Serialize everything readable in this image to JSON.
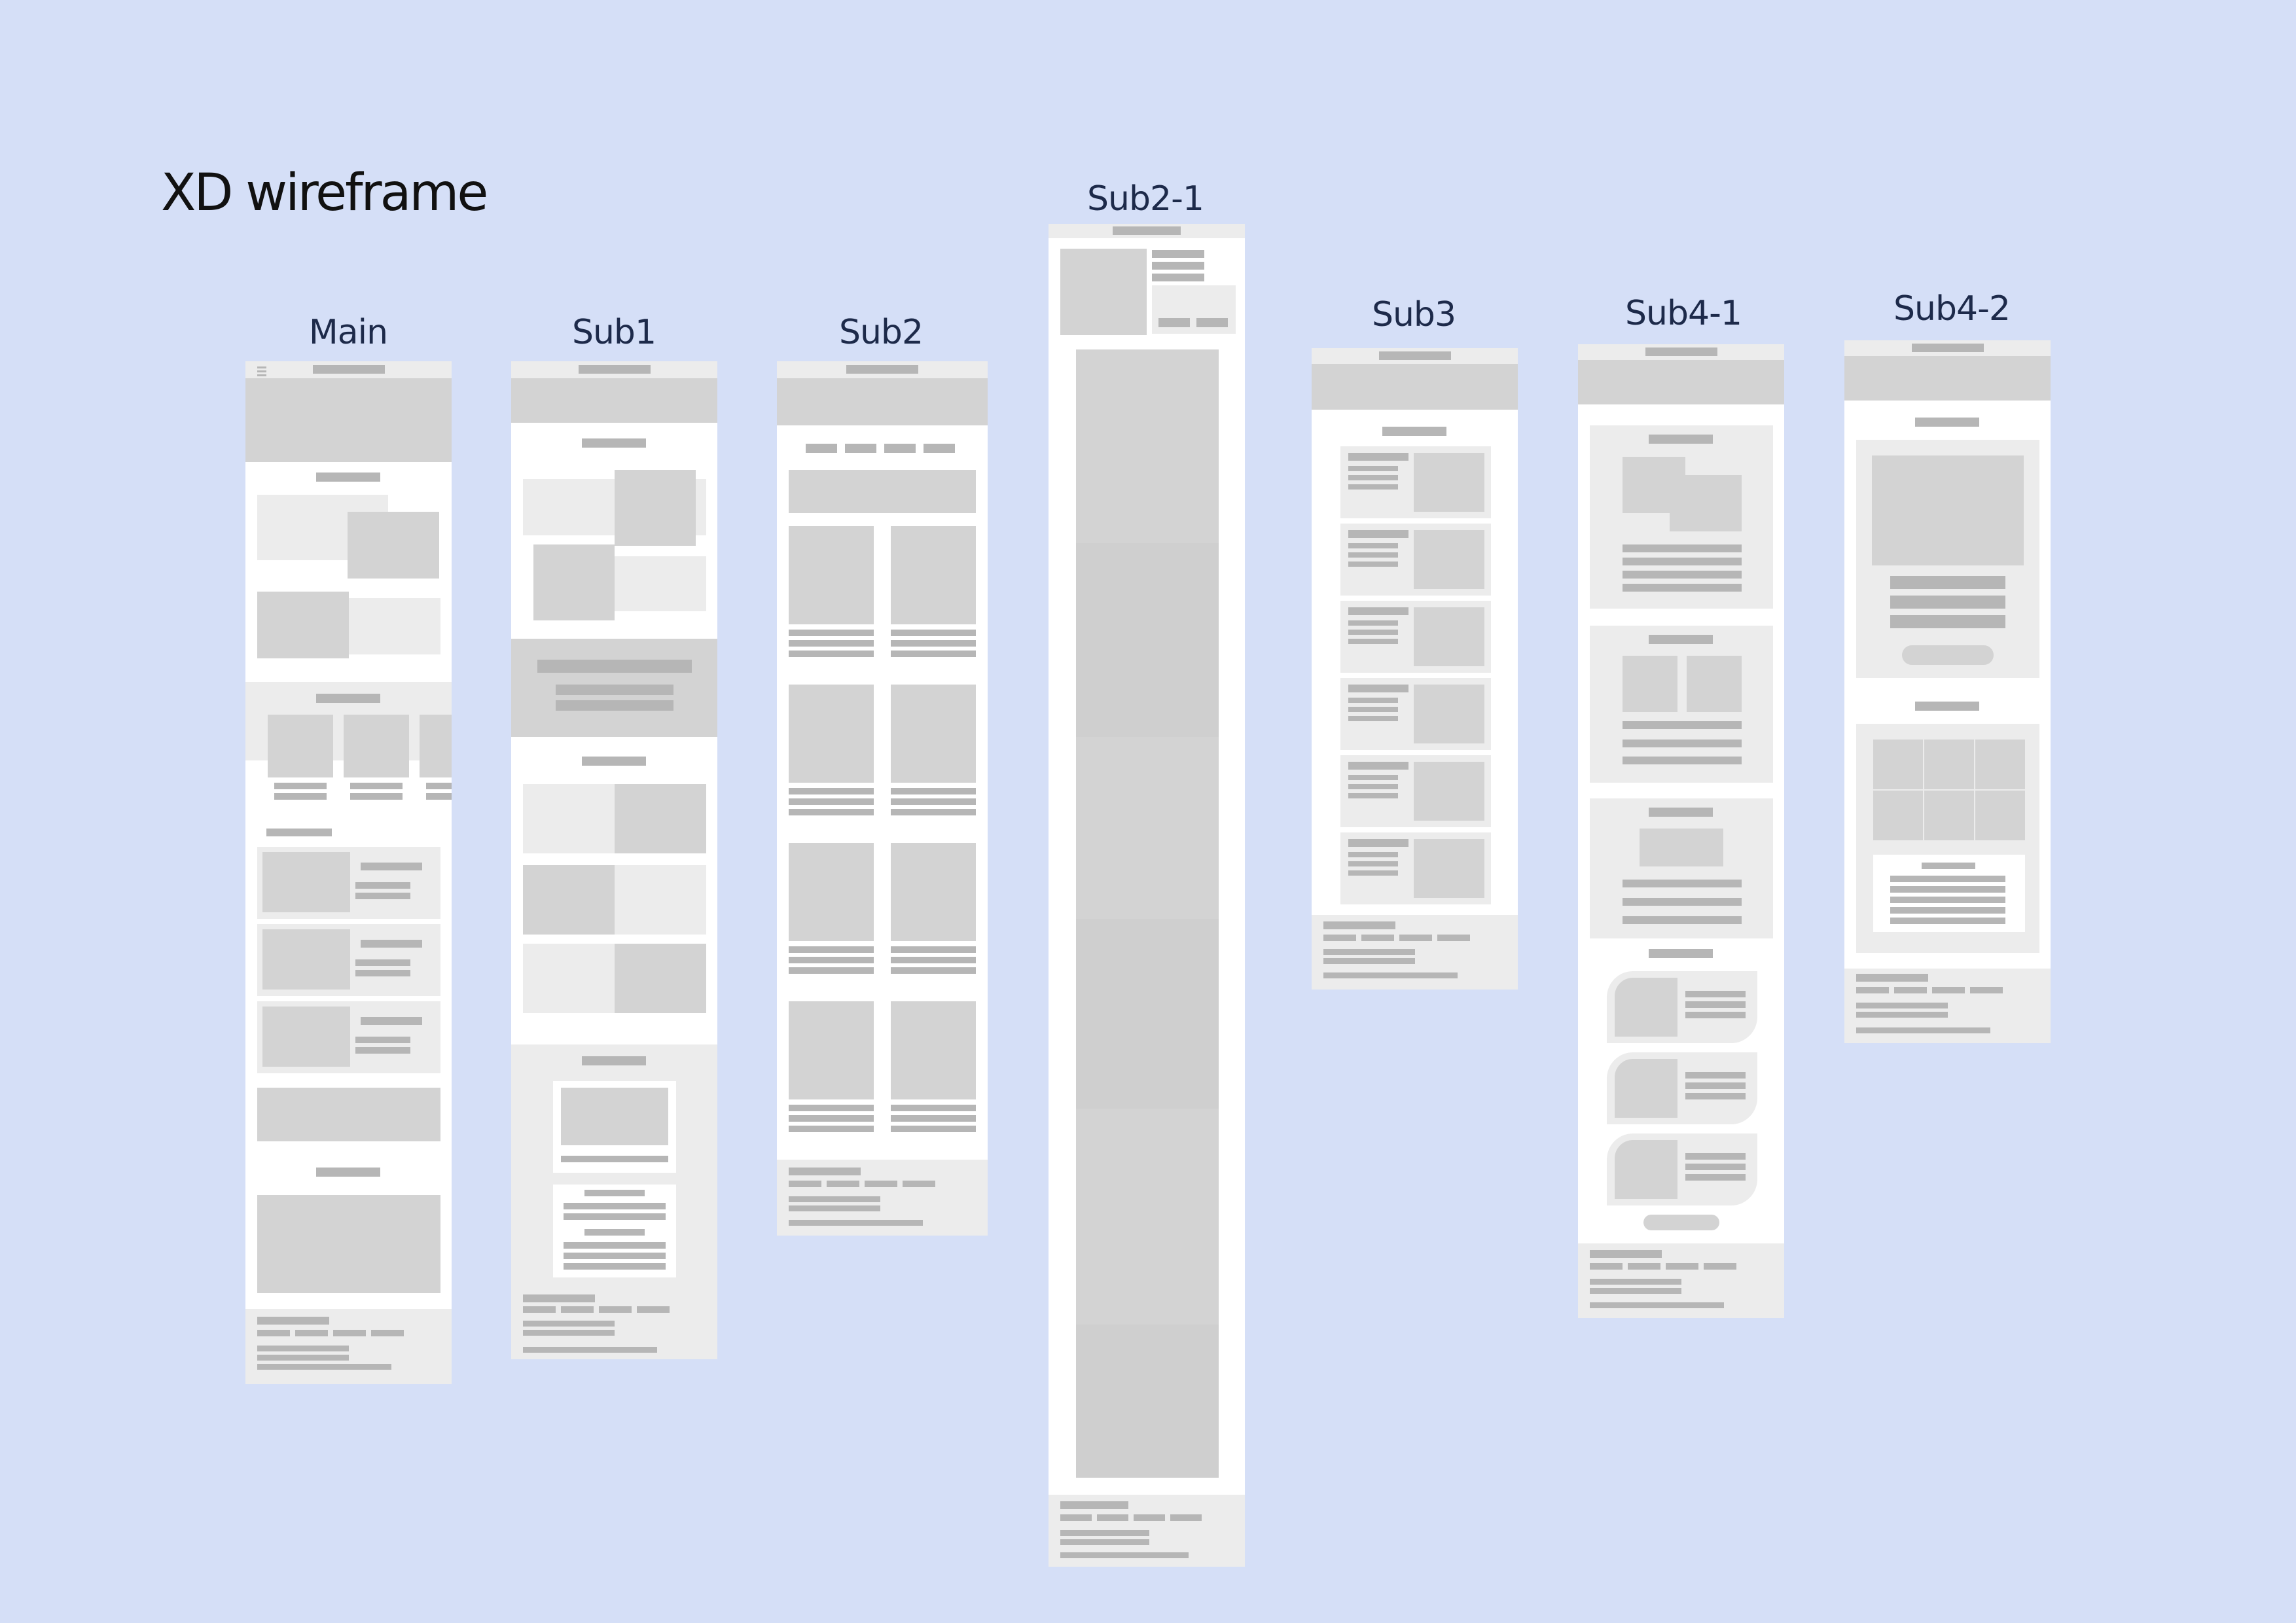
{
  "page": {
    "title": "XD wireframe",
    "background_color": "#d5dff7"
  },
  "wireframes": [
    {
      "id": "main",
      "label": "Main"
    },
    {
      "id": "sub1",
      "label": "Sub1"
    },
    {
      "id": "sub2",
      "label": "Sub2"
    },
    {
      "id": "sub2_1",
      "label": "Sub2-1"
    },
    {
      "id": "sub3",
      "label": "Sub3"
    },
    {
      "id": "sub4_1",
      "label": "Sub4-1"
    },
    {
      "id": "sub4_2",
      "label": "Sub4-2"
    }
  ],
  "colors": {
    "frame": "#ffffff",
    "light_block": "#ececec",
    "gray_block": "#d3d3d3",
    "text_bar": "#b6b6b6",
    "label_text": "#1d2a4a"
  }
}
